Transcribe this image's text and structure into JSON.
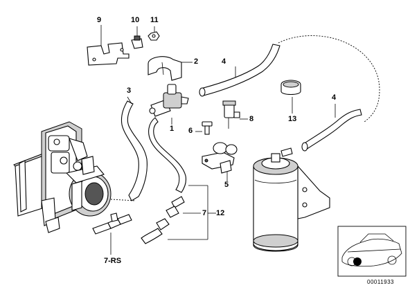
{
  "callouts": {
    "c9": "9",
    "c10": "10",
    "c11": "11",
    "c2": "2",
    "c4a": "4",
    "c3": "3",
    "c1": "1",
    "c8": "8",
    "c6": "6",
    "c13": "13",
    "c4b": "4",
    "c5": "5",
    "c7": "7",
    "c12": "12",
    "c7rs": "7-RS"
  },
  "part_code": "00011933"
}
